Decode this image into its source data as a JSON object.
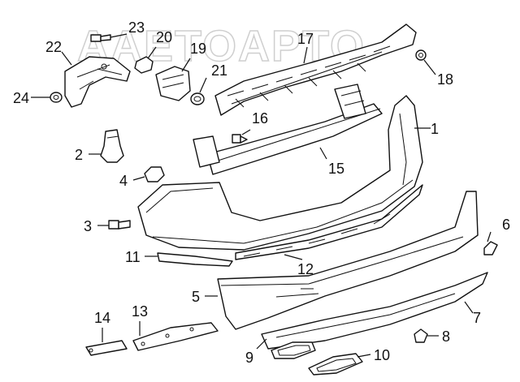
{
  "watermark": "AAETOAPTO",
  "callouts": [
    {
      "id": "1",
      "text": "1"
    },
    {
      "id": "2",
      "text": "2"
    },
    {
      "id": "3",
      "text": "3"
    },
    {
      "id": "4",
      "text": "4"
    },
    {
      "id": "5",
      "text": "5"
    },
    {
      "id": "6",
      "text": "6"
    },
    {
      "id": "7",
      "text": "7"
    },
    {
      "id": "8",
      "text": "8"
    },
    {
      "id": "9",
      "text": "9"
    },
    {
      "id": "10",
      "text": "10"
    },
    {
      "id": "11",
      "text": "11"
    },
    {
      "id": "12",
      "text": "12"
    },
    {
      "id": "13",
      "text": "13"
    },
    {
      "id": "14",
      "text": "14"
    },
    {
      "id": "15",
      "text": "15"
    },
    {
      "id": "16",
      "text": "16"
    },
    {
      "id": "17",
      "text": "17"
    },
    {
      "id": "18",
      "text": "18"
    },
    {
      "id": "19",
      "text": "19"
    },
    {
      "id": "20",
      "text": "20"
    },
    {
      "id": "21",
      "text": "21"
    },
    {
      "id": "22",
      "text": "22"
    },
    {
      "id": "23",
      "text": "23"
    },
    {
      "id": "24",
      "text": "24"
    }
  ]
}
